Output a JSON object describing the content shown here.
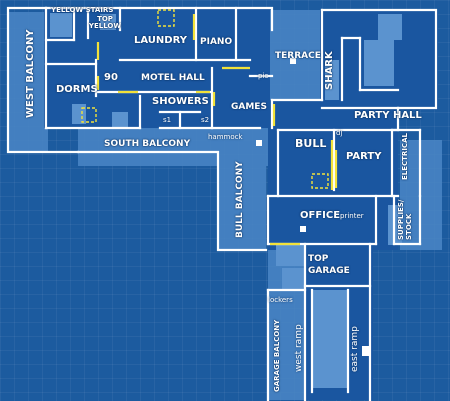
{
  "map": {
    "rooms": {
      "yellow_stairs": "YELLOW STAIRS",
      "top_yellow": "TOP YELLOW",
      "laundry": "LAUNDRY",
      "piano": "PIANO",
      "terrace": "TERRACE",
      "shark": "SHARK",
      "west_balcony": "WEST BALCONY",
      "room_90": "90",
      "motel_hall": "MOTEL HALL",
      "dorms": "DORMS",
      "showers": "SHOWERS",
      "games": "GAMES",
      "party_hall": "PARTY HALL",
      "south_balcony": "SOUTH BALCONY",
      "bull": "BULL",
      "party": "PARTY",
      "electrical": "ELECTRICAL",
      "bull_balcony": "BULL BALCONY",
      "office": "OFFICE",
      "supplies_stock": "SUPPLIES/ STOCK",
      "top_garage": "TOP GARAGE",
      "garage_balcony": "GARAGE BALCONY"
    },
    "notes": {
      "pic": "pic",
      "s1": "s1",
      "s2": "s2",
      "hammock": "hammock",
      "dj": "dj",
      "printer": "printer",
      "lockers": "lockers",
      "west_ramp": "west ramp",
      "east_ramp": "east ramp"
    },
    "colors": {
      "background": "#1c5b9f",
      "building_fill": "#1a57a0",
      "balcony_fill": "#4a86c6",
      "wall": "#ffffff",
      "door_yellow": "#f2e23a"
    }
  }
}
